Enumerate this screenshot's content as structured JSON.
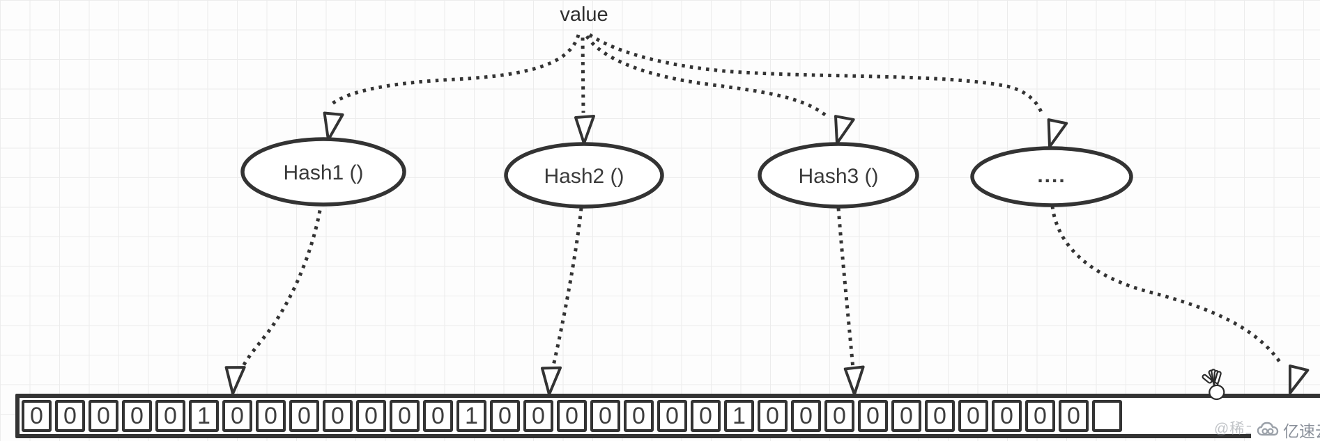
{
  "title": {
    "text": "value"
  },
  "hash_nodes": [
    {
      "label": "Hash1 ()"
    },
    {
      "label": "Hash2 ()"
    },
    {
      "label": "Hash3 ()"
    },
    {
      "label": "...."
    }
  ],
  "bit_array": {
    "cells": [
      "0",
      "0",
      "0",
      "0",
      "0",
      "1",
      "0",
      "0",
      "0",
      "0",
      "0",
      "0",
      "0",
      "1",
      "0",
      "0",
      "0",
      "0",
      "0",
      "0",
      "0",
      "1",
      "0",
      "0",
      "0",
      "0",
      "0",
      "0",
      "0",
      "0",
      "0",
      "0",
      ""
    ],
    "set_bit_indices": [
      5,
      13,
      21
    ]
  },
  "cursor": {
    "type": "open-hand"
  },
  "watermark": {
    "prefix": "@稀土",
    "brand": "亿速云"
  },
  "colors": {
    "ink": "#333333",
    "grid": "#ececec",
    "canvas": "#fdfdfd",
    "watermark_text": "#8b919b"
  }
}
